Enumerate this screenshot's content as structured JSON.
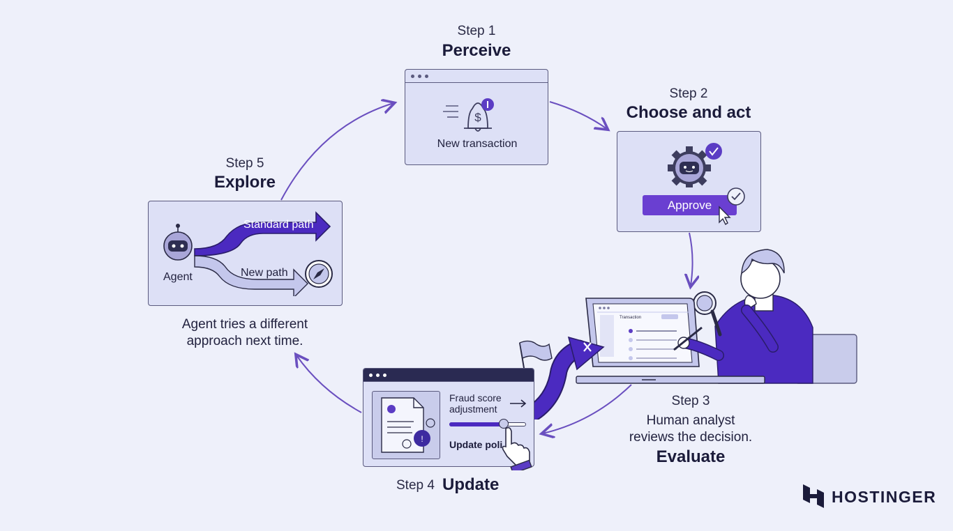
{
  "steps": {
    "s1": {
      "num": "Step 1",
      "title": "Perceive",
      "card_label": "New transaction"
    },
    "s2": {
      "num": "Step 2",
      "title": "Choose and act",
      "button": "Approve"
    },
    "s3": {
      "num": "Step 3",
      "desc_line1": "Human analyst",
      "desc_line2": "reviews the decision.",
      "title": "Evaluate",
      "screen_title": "Transaction"
    },
    "s4": {
      "num": "Step 4",
      "title": "Update",
      "line1": "Fraud score",
      "line2": "adjustment",
      "line3": "Update poli"
    },
    "s5": {
      "num": "Step 5",
      "title": "Explore",
      "agent": "Agent",
      "standard": "Standard path",
      "new": "New path",
      "desc_line1": "Agent tries a different",
      "desc_line2": "approach next time."
    }
  },
  "brand": {
    "name": "HOSTINGER"
  },
  "colors": {
    "accent": "#6a3fd1",
    "accent_dark": "#4b2aa8",
    "card_bg": "#dde0f6",
    "bg": "#eef0fa"
  }
}
